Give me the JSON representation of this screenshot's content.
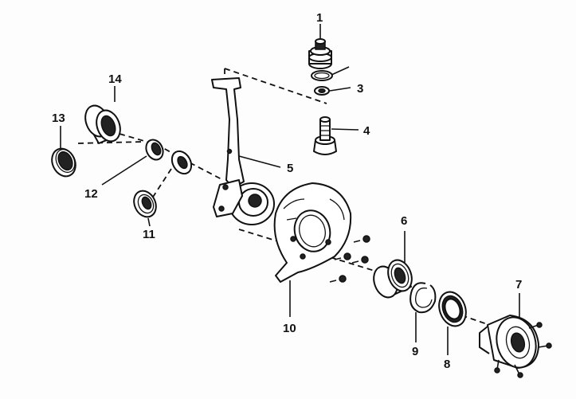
{
  "callouts": {
    "c1": "1",
    "c3": "3",
    "c4": "4",
    "c5": "5",
    "c6": "6",
    "c7": "7",
    "c8": "8",
    "c9": "9",
    "c10": "10",
    "c11": "11",
    "c12": "12",
    "c13": "13",
    "c14": "14"
  }
}
